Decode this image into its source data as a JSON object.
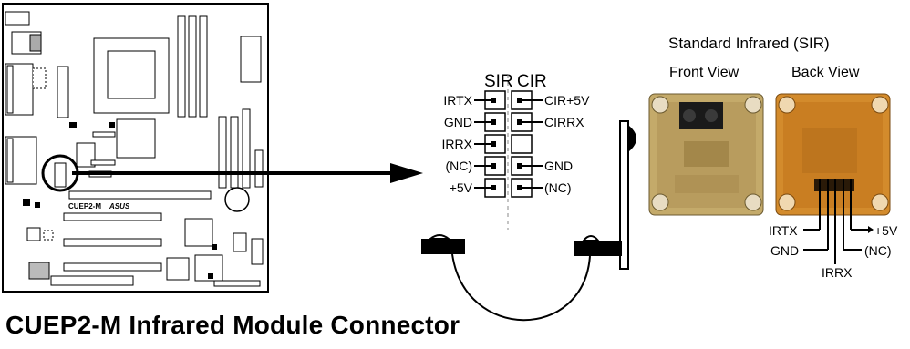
{
  "board": {
    "model_label": "CUEP2-M",
    "brand_label": "ASUS"
  },
  "connector": {
    "sir_header": "SIR",
    "cir_header": "CIR",
    "sir_pins": [
      "IRTX",
      "GND",
      "IRRX",
      "(NC)",
      "+5V"
    ],
    "cir_pins": [
      "CIR+5V",
      "CIRRX",
      "",
      "GND",
      "(NC)"
    ]
  },
  "module": {
    "title": "Standard Infrared (SIR)",
    "front_view_label": "Front View",
    "back_view_label": "Back View",
    "back_pin_labels": {
      "irtx": "IRTX",
      "gnd": "GND",
      "irrx": "IRRX",
      "plus5v": "+5V",
      "nc": "(NC)"
    }
  },
  "caption": "CUEP2-M Infrared Module Connector",
  "colors": {
    "line": "#000000",
    "pcb_front": "#c4aa6a",
    "pcb_back": "#d38b2c"
  }
}
